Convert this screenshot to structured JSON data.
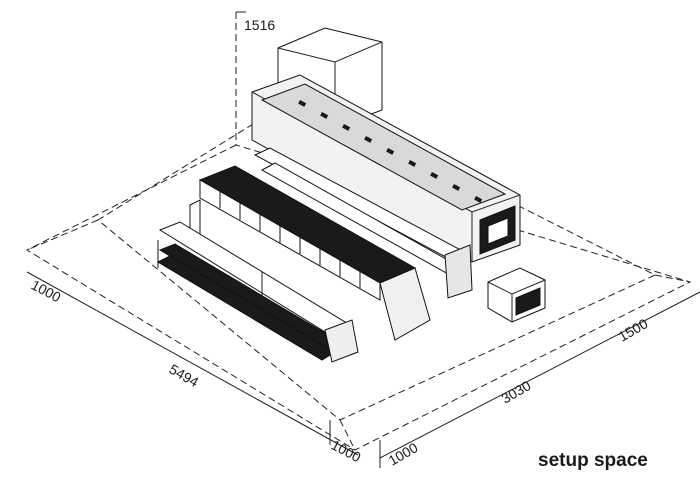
{
  "dimensions": {
    "height": "1516",
    "left_margin": "1000",
    "length": "5494",
    "front_margin_left": "1000",
    "front_margin_right": "1000",
    "depth": "3030",
    "right_margin": "1500"
  },
  "caption": "setup space",
  "colors": {
    "line": "#222222",
    "machine_dark": "#1a1a1a",
    "machine_body": "#f2f2f2",
    "background": "#ffffff"
  }
}
